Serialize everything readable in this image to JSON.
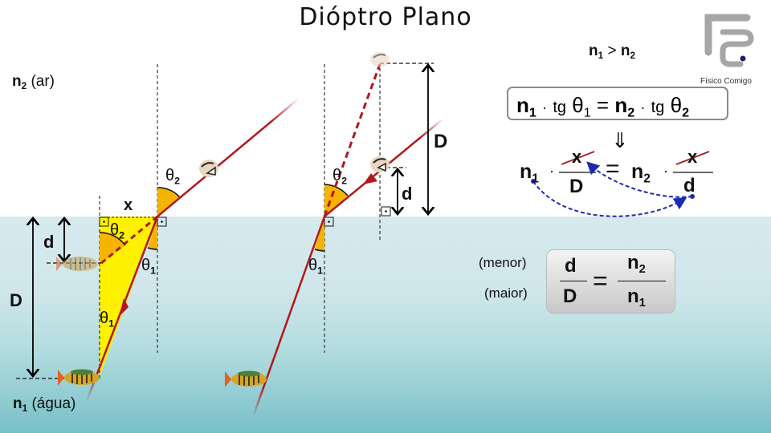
{
  "title": "Dióptro Plano",
  "logo": {
    "name": "Físico Comigo",
    "color": "#a6a6a6",
    "dot_color": "#1c1f6b"
  },
  "media": {
    "top": {
      "symbol": "n",
      "index": "2",
      "name": "(ar)"
    },
    "bottom": {
      "symbol": "n",
      "index": "1",
      "name": "(água)"
    }
  },
  "condition": {
    "left": "n",
    "left_index": "1",
    "op": ">",
    "right": "n",
    "right_index": "2"
  },
  "snell_tangent": {
    "lhs_n": "n",
    "lhs_n_index": "1",
    "dot": "·",
    "tg": "tg",
    "theta": "θ",
    "lhs_theta_index": "1",
    "equals": "=",
    "rhs_n": "n",
    "rhs_n_index": "2",
    "rhs_theta_index": "2"
  },
  "implies": "⇓",
  "substitution": {
    "lhs_n": "n",
    "lhs_index": "1",
    "dot": "·",
    "lhs_num": "x",
    "lhs_den": "D",
    "equals": "=",
    "rhs_n": "n",
    "rhs_index": "2",
    "rhs_num": "x",
    "rhs_den": "d"
  },
  "result": {
    "label_top": "(menor)",
    "label_bottom": "(maior)",
    "lhs_num": "d",
    "lhs_den": "D",
    "equals": "=",
    "rhs_num": "n",
    "rhs_num_index": "2",
    "rhs_den": "n",
    "rhs_den_index": "1"
  },
  "diagram_left": {
    "x_label": "x",
    "d_label": "d",
    "D_label": "D",
    "theta2": "θ",
    "theta2_index": "2",
    "theta1_a": "θ",
    "theta1_a_index": "1",
    "theta1_b": "θ",
    "theta1_b_index": "1",
    "theta2_in_triangle": "θ",
    "theta2_in_triangle_index": "2"
  },
  "diagram_right": {
    "D_label": "D",
    "d_label": "d",
    "theta2": "θ",
    "theta2_index": "2",
    "theta1": "θ",
    "theta1_index": "1"
  },
  "colors": {
    "ray": "#b0181c",
    "angle_fill": "#f5b400",
    "triangle_fill": "#fff200",
    "dashed_curve": "#1d2bb0",
    "strike": "#a32020"
  }
}
